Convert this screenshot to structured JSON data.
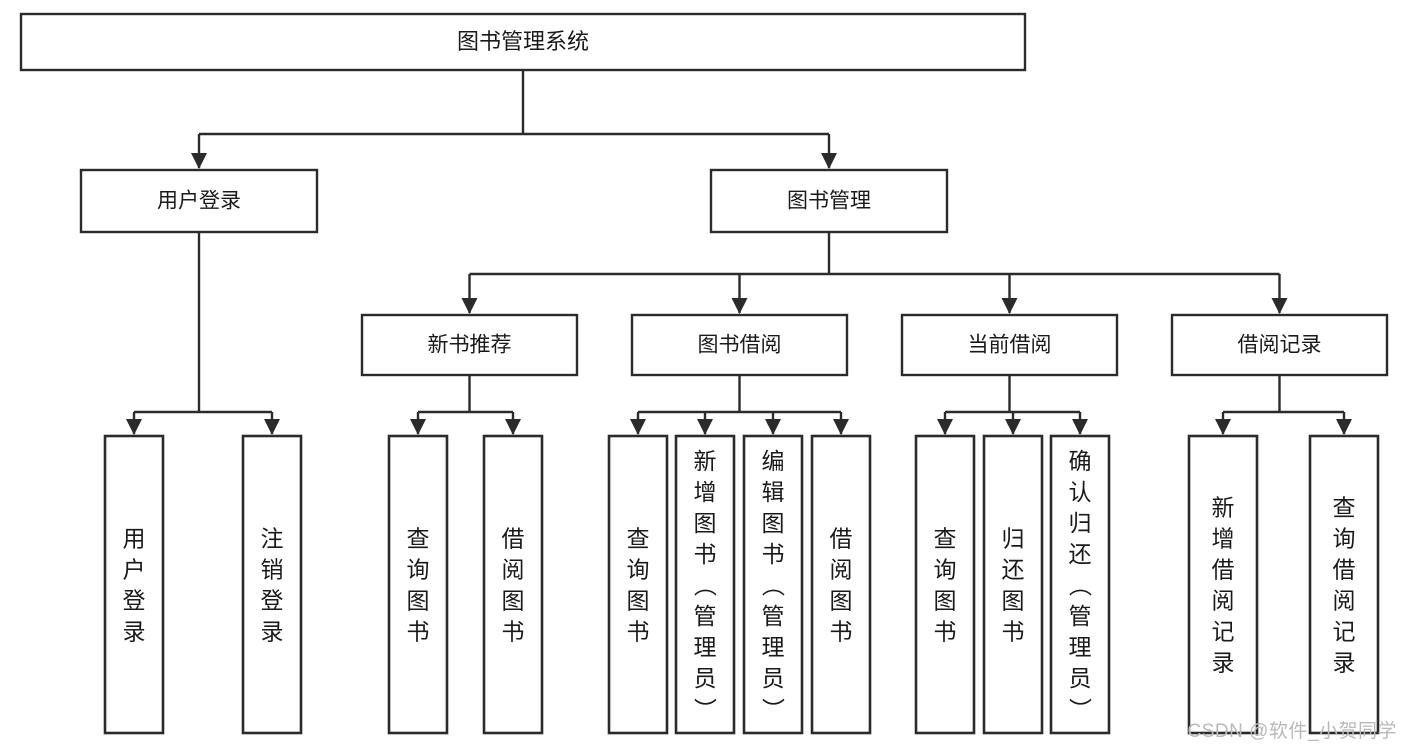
{
  "diagram": {
    "title": "图书管理系统",
    "type": "tree-hierarchy-chart",
    "orientation": "top-down",
    "colors": {
      "box_fill": "#ffffff",
      "box_stroke": "#2b2b2b",
      "text": "#1a1a1a",
      "background": "#ffffff",
      "watermark": "#b9b9b9"
    },
    "root": {
      "label": "图书管理系统"
    },
    "level1": [
      {
        "label": "用户登录"
      },
      {
        "label": "图书管理"
      }
    ],
    "level2": [
      {
        "label": "新书推荐",
        "parent": "图书管理"
      },
      {
        "label": "图书借阅",
        "parent": "图书管理"
      },
      {
        "label": "当前借阅",
        "parent": "图书管理"
      },
      {
        "label": "借阅记录",
        "parent": "图书管理"
      }
    ],
    "leaves": {
      "用户登录": [
        {
          "label": "用户登录"
        },
        {
          "label": "注销登录"
        }
      ],
      "新书推荐": [
        {
          "label": "查询图书"
        },
        {
          "label": "借阅图书"
        }
      ],
      "图书借阅": [
        {
          "label": "查询图书"
        },
        {
          "label": "新增图书（管理员）"
        },
        {
          "label": "编辑图书（管理员）"
        },
        {
          "label": "借阅图书"
        }
      ],
      "当前借阅": [
        {
          "label": "查询图书"
        },
        {
          "label": "归还图书"
        },
        {
          "label": "确认归还（管理员）"
        }
      ],
      "借阅记录": [
        {
          "label": "新增借阅记录"
        },
        {
          "label": "查询借阅记录"
        }
      ]
    }
  },
  "watermark": {
    "text": "CSDN @软件_小贺同学"
  }
}
